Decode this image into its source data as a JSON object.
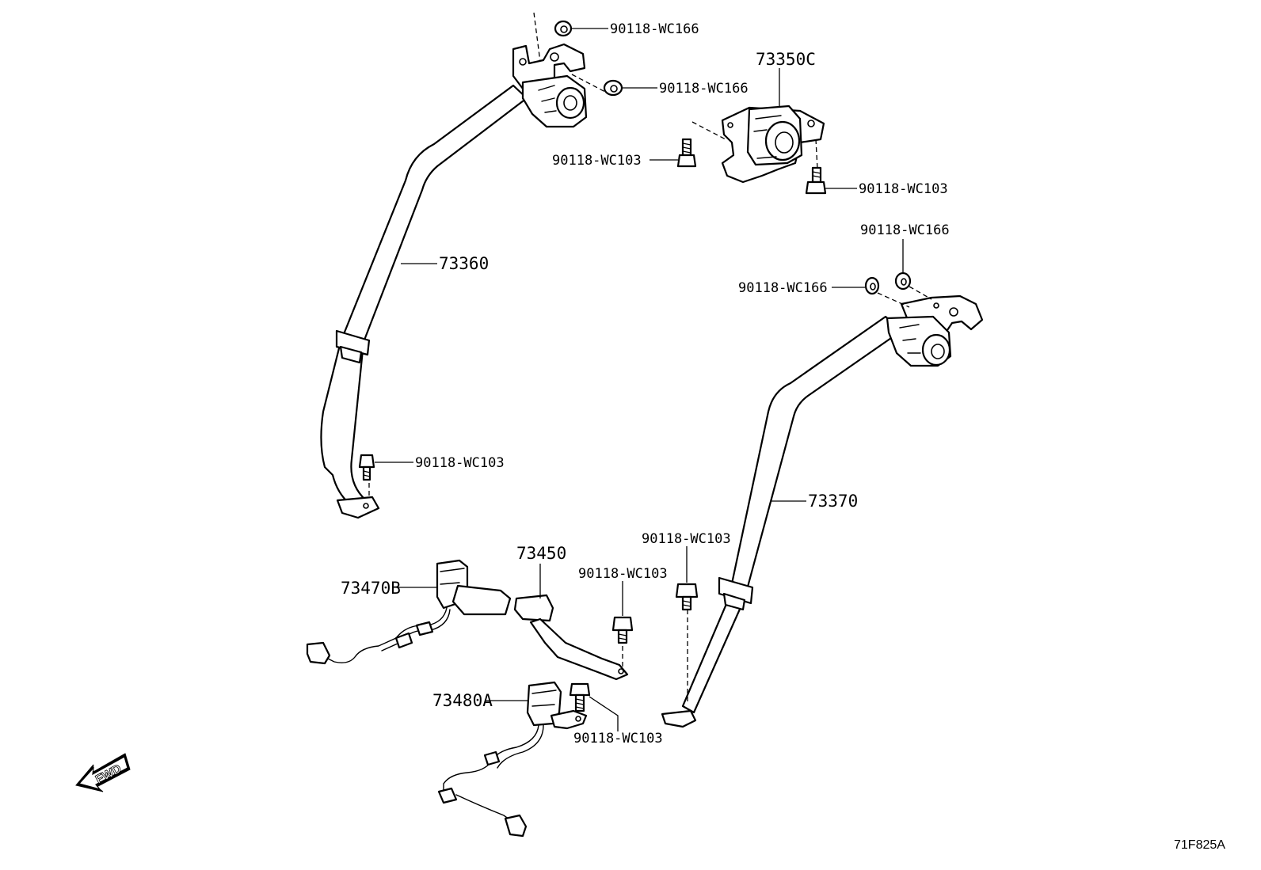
{
  "parts": {
    "retractor_center": "73350C",
    "belt_left": "73360",
    "belt_right": "73370",
    "buckle_belt": "73450",
    "buckle_left": "73470B",
    "buckle_right": "73480A"
  },
  "fasteners": {
    "nut_1": "90118-WC166",
    "nut_2": "90118-WC166",
    "nut_3": "90118-WC166",
    "nut_4": "90118-WC166",
    "bolt_1": "90118-WC103",
    "bolt_2": "90118-WC103",
    "bolt_3": "90118-WC103",
    "bolt_4": "90118-WC103",
    "bolt_5": "90118-WC103",
    "bolt_6": "90118-WC103"
  },
  "fwd_label": "FWD",
  "figure_id": "71F825A"
}
